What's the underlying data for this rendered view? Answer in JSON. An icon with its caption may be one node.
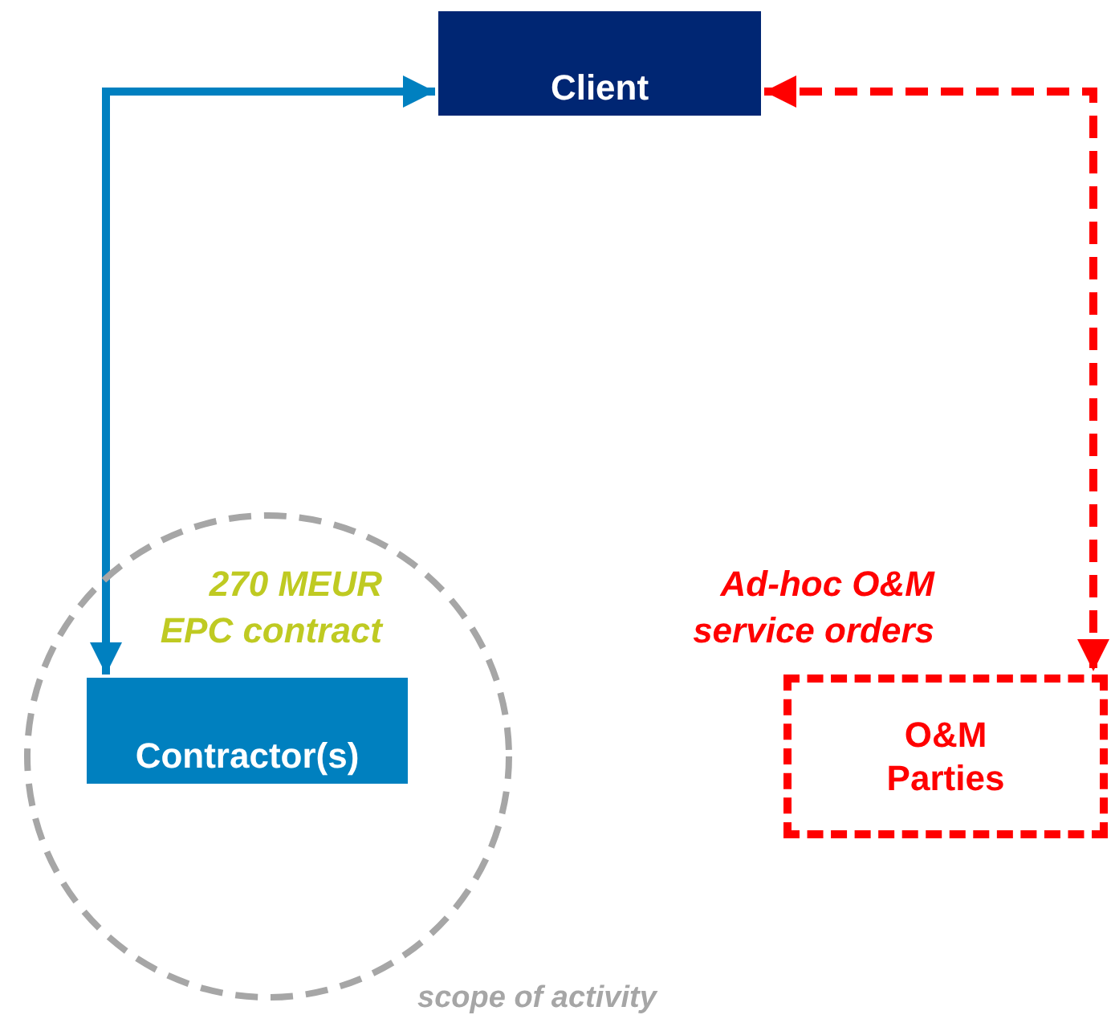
{
  "diagram": {
    "nodes": [
      {
        "text": [
          "Client"
        ]
      },
      {
        "text": [
          "scope of activity"
        ]
      },
      {
        "text": [
          "Contractor(s)"
        ],
        "in": 1
      },
      {
        "text": [
          "O&M Parties"
        ]
      }
    ],
    "edges": [
      {
        "from": 0,
        "to": 2,
        "arrow": "both",
        "label": "270 MEUR EPC contract",
        "color": "#0080c0"
      },
      {
        "from": 0,
        "to": 3,
        "arrow": "both",
        "label": "Ad-hoc O&M service orders",
        "style": "dashed",
        "color": "#ff0000"
      }
    ]
  }
}
